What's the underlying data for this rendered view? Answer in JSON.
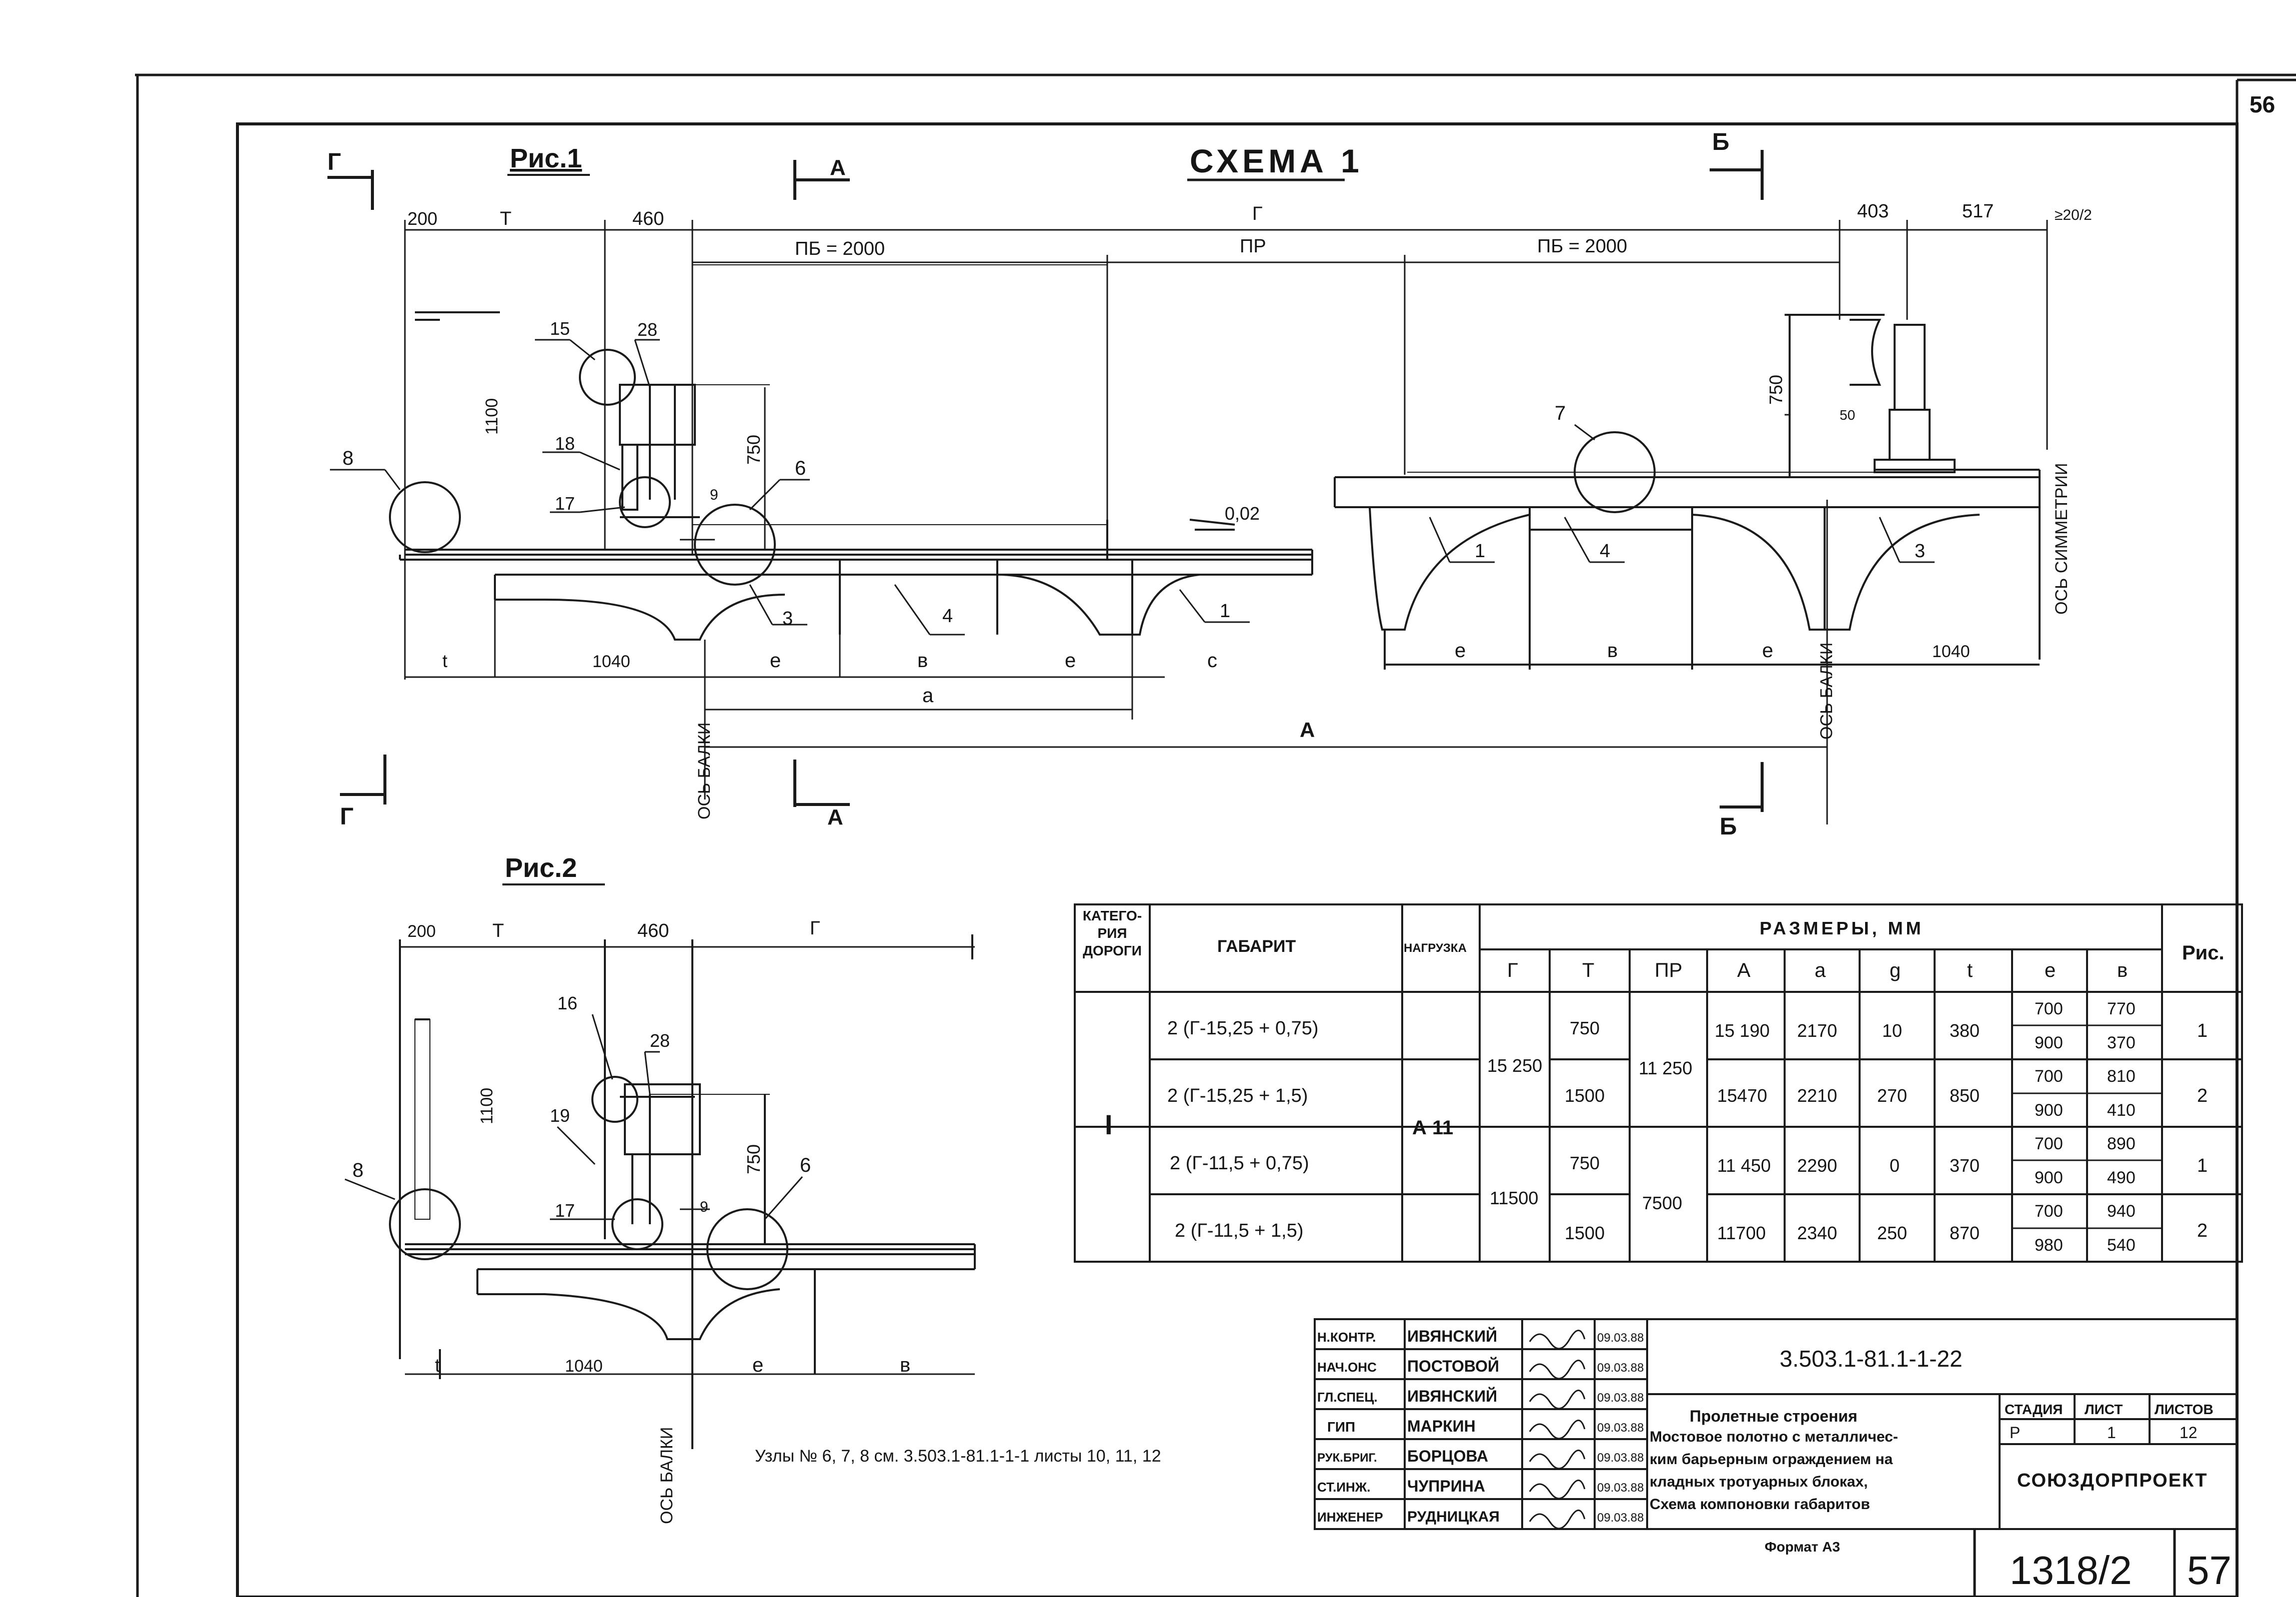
{
  "sheet_corner_number": "56",
  "scheme": {
    "title": "СХЕМА 1",
    "fig1_label": "Рис.1",
    "fig2_label": "Рис.2",
    "sections": {
      "g": "Г",
      "a": "А",
      "b": "Б"
    },
    "dims_top": {
      "d200": "200",
      "T": "Т",
      "d460": "460",
      "G": "Г",
      "d403": "403",
      "d517": "517",
      "slope_top": "≥20/2"
    },
    "dims_second": {
      "pb_left": "ПБ = 2000",
      "pr": "ПР",
      "pb_right": "ПБ = 2000"
    },
    "dims_vertical": {
      "h1100": "1100",
      "h750a": "750",
      "h750b": "750",
      "h50": "50",
      "h9": "9"
    },
    "slope_label": "0,02",
    "node_labels": [
      "15",
      "28",
      "18",
      "17",
      "8",
      "6",
      "7",
      "1",
      "4",
      "3"
    ],
    "dims_bottom_left": {
      "t": "t",
      "d1040": "1040",
      "e1": "е",
      "b": "в",
      "e2": "е",
      "c": "с",
      "a": "а",
      "A": "А"
    },
    "dims_bottom_right": {
      "e1": "е",
      "b": "в",
      "e2": "е",
      "d1040": "1040"
    },
    "axis_beam": "ОСЬ БАЛКИ",
    "axis_symmetry": "ОСЬ СИММЕТРИИ"
  },
  "fig2": {
    "dims_top": {
      "d200": "200",
      "T": "Т",
      "d460": "460",
      "G": "Г"
    },
    "dims_vertical": {
      "h1100": "1100",
      "h750": "750",
      "h9": "9"
    },
    "node_labels": [
      "16",
      "28",
      "19",
      "17",
      "8",
      "6"
    ],
    "dims_bottom": {
      "t": "t",
      "d1040": "1040",
      "e": "е",
      "b": "в"
    },
    "axis_beam": "ОСЬ БАЛКИ"
  },
  "table": {
    "head": {
      "category": "КАТЕГО-РИЯ ДОРОГИ",
      "gabarit": "ГАБАРИТ",
      "load": "НАГРУЗКА",
      "sizes": "РАЗМЕРЫ, ММ",
      "fig": "Рис.",
      "cols": [
        "Г",
        "Т",
        "ПР",
        "А",
        "а",
        "g",
        "t",
        "е",
        "в"
      ]
    },
    "category_value": "I",
    "load_value": "А 11",
    "G_values": [
      "15 250",
      "11500"
    ],
    "PR_values": [
      "11 250",
      "7500"
    ],
    "rows": [
      {
        "gabarit": "2 (Г-15,25 + 0,75)",
        "T": "750",
        "A": "15 190",
        "a": "2170",
        "g": "10",
        "t": "380",
        "e": [
          "700",
          "900"
        ],
        "b": [
          "770",
          "370"
        ],
        "fig": "1"
      },
      {
        "gabarit": "2 (Г-15,25 + 1,5)",
        "T": "1500",
        "A": "15470",
        "a": "2210",
        "g": "270",
        "t": "850",
        "e": [
          "700",
          "900"
        ],
        "b": [
          "810",
          "410"
        ],
        "fig": "2"
      },
      {
        "gabarit": "2 (Г-11,5 + 0,75)",
        "T": "750",
        "A": "11 450",
        "a": "2290",
        "g": "0",
        "t": "370",
        "e": [
          "700",
          "900"
        ],
        "b": [
          "890",
          "490"
        ],
        "fig": "1"
      },
      {
        "gabarit": "2 (Г-11,5 + 1,5)",
        "T": "1500",
        "A": "11700",
        "a": "2340",
        "g": "250",
        "t": "870",
        "e": [
          "700",
          "980"
        ],
        "b": [
          "940",
          "540"
        ],
        "fig": "2"
      }
    ]
  },
  "note": "Узлы № 6, 7, 8 см. 3.503.1-81.1-1-1 листы 10, 11, 12",
  "title_block": {
    "code": "3.503.1-81.1-1-22",
    "people": [
      {
        "role": "Н.КОНТР.",
        "name": "ИВЯНСКИЙ",
        "date": "09.03.88"
      },
      {
        "role": "НАЧ.ОНС",
        "name": "ПОСТОВОЙ",
        "date": "09.03.88"
      },
      {
        "role": "ГЛ.СПЕЦ.",
        "name": "ИВЯНСКИЙ",
        "date": "09.03.88"
      },
      {
        "role": "ГИП",
        "name": "МАРКИН",
        "date": "09.03.88"
      },
      {
        "role": "РУК.БРИГ.",
        "name": "БОРЦОВА",
        "date": "09.03.88"
      },
      {
        "role": "СТ.ИНЖ.",
        "name": "ЧУПРИНА",
        "date": "09.03.88"
      },
      {
        "role": "ИНЖЕНЕР",
        "name": "РУДНИЦКАЯ",
        "date": "09.03.88"
      }
    ],
    "description": [
      "Пролетные строения",
      "Мостовое полотно с металличес-",
      "ким барьерным ограждением на",
      "кладных тротуарных блоках,",
      "Схема компоновки габаритов"
    ],
    "stage_label": "СТАДИЯ",
    "sheet_label": "ЛИСТ",
    "sheets_label": "ЛИСТОВ",
    "stage": "Р",
    "sheet": "1",
    "sheets": "12",
    "org": "СОЮЗДОРПРОЕКТ"
  },
  "format": "Формат А3",
  "bottom_number": "1318/2",
  "page_number": "57"
}
